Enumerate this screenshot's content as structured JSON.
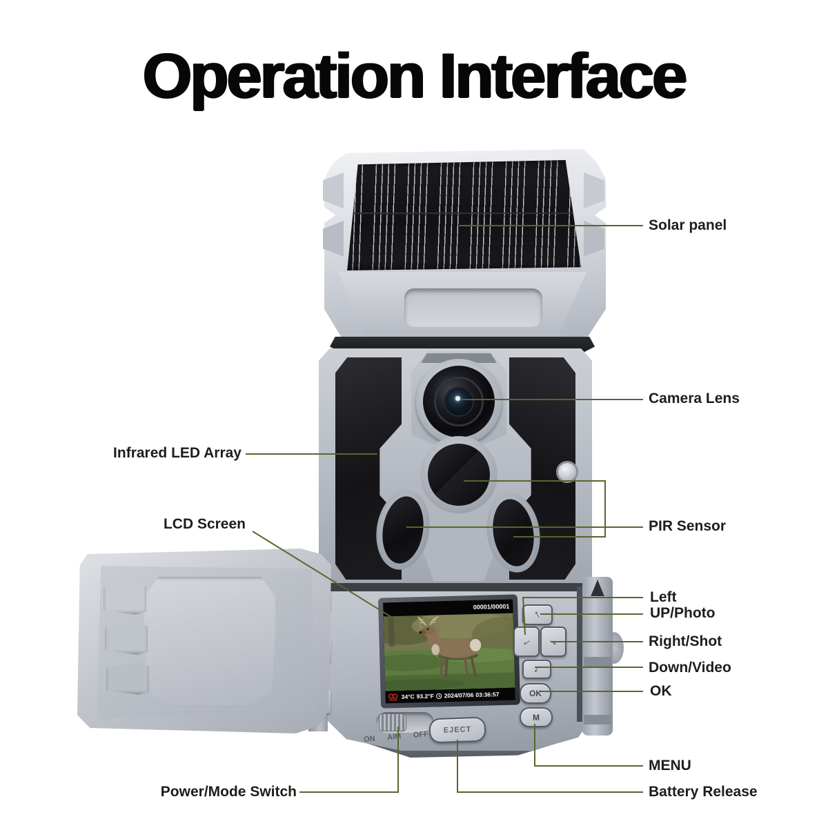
{
  "title": "Operation Interface",
  "callouts": {
    "solar_panel": "Solar panel",
    "camera_lens": "Camera Lens",
    "infrared_led_array": "Infrared LED Array",
    "lcd_screen": "LCD Screen",
    "pir_sensor": "PIR Sensor",
    "left": "Left",
    "up_photo": "UP/Photo",
    "right_shot": "Right/Shot",
    "down_video": "Down/Video",
    "ok": "OK",
    "menu": "MENU",
    "battery_release": "Battery Release",
    "power_mode_switch": "Power/Mode Switch"
  },
  "device": {
    "screen": {
      "counter": "00001/00001",
      "temperature_c": "34°C",
      "temperature_f": "93.2°F",
      "date": "2024/07/06",
      "time": "03:36:57"
    },
    "buttons": {
      "ok": "OK",
      "menu": "M",
      "eject": "EJECT"
    },
    "power_switch": {
      "on": "ON",
      "aim": "AIM",
      "off": "OFF"
    }
  },
  "colors": {
    "leader_line": "#5a652a",
    "label_text": "#1d1d1b",
    "title_text": "#070707",
    "panel_black": "#17171a",
    "body_gray": "#c0c4cc",
    "accent_red": "#c4261d"
  }
}
